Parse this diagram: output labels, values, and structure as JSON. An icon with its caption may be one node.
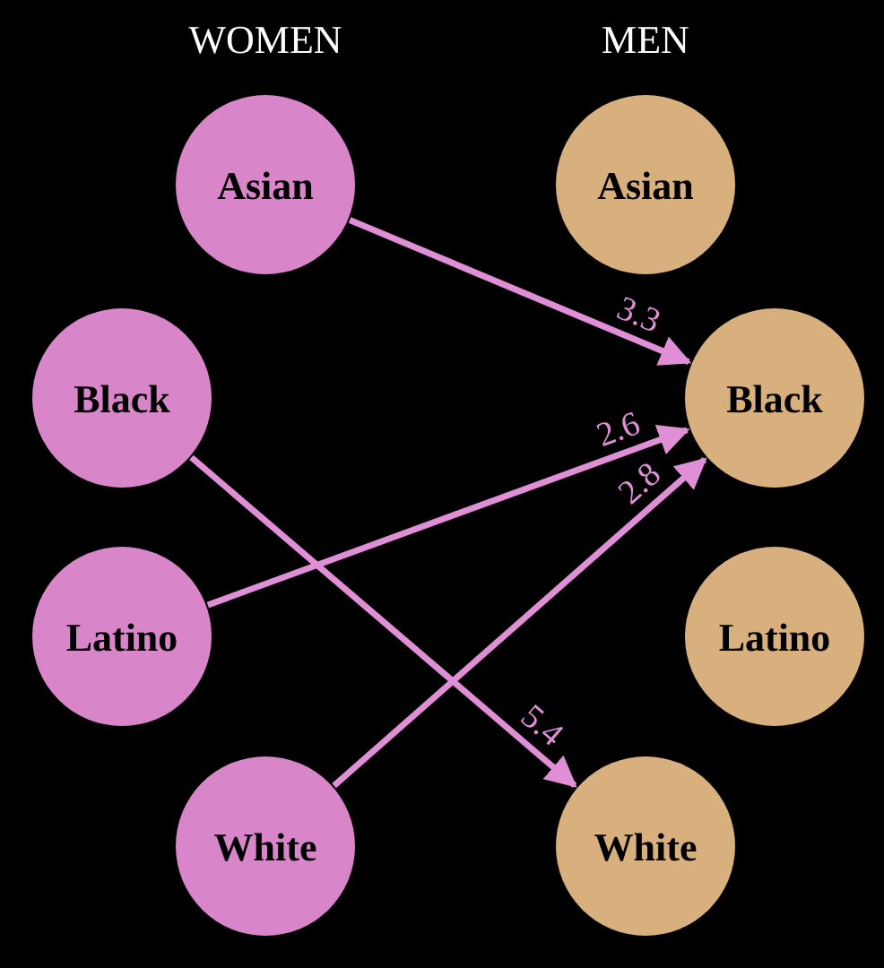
{
  "diagram": {
    "nodes": [
      {
        "text": [
          "Asian"
        ]
      },
      {
        "text": [
          "Black"
        ]
      },
      {
        "text": [
          "Latino"
        ]
      },
      {
        "text": [
          "White"
        ]
      },
      {
        "text": [
          "Asian"
        ]
      },
      {
        "text": [
          "Black"
        ]
      },
      {
        "text": [
          "Latino"
        ]
      },
      {
        "text": [
          "White"
        ]
      }
    ],
    "edges": [
      {
        "from": 0,
        "to": 5,
        "arrow": "to",
        "label": "3.3"
      },
      {
        "from": 2,
        "to": 5,
        "arrow": "to",
        "label": "2.6"
      },
      {
        "from": 3,
        "to": 5,
        "arrow": "to",
        "label": "2.8"
      },
      {
        "from": 1,
        "to": 7,
        "arrow": "to",
        "label": "5.4"
      }
    ],
    "labels": [
      "WOMEN",
      "MEN"
    ]
  }
}
